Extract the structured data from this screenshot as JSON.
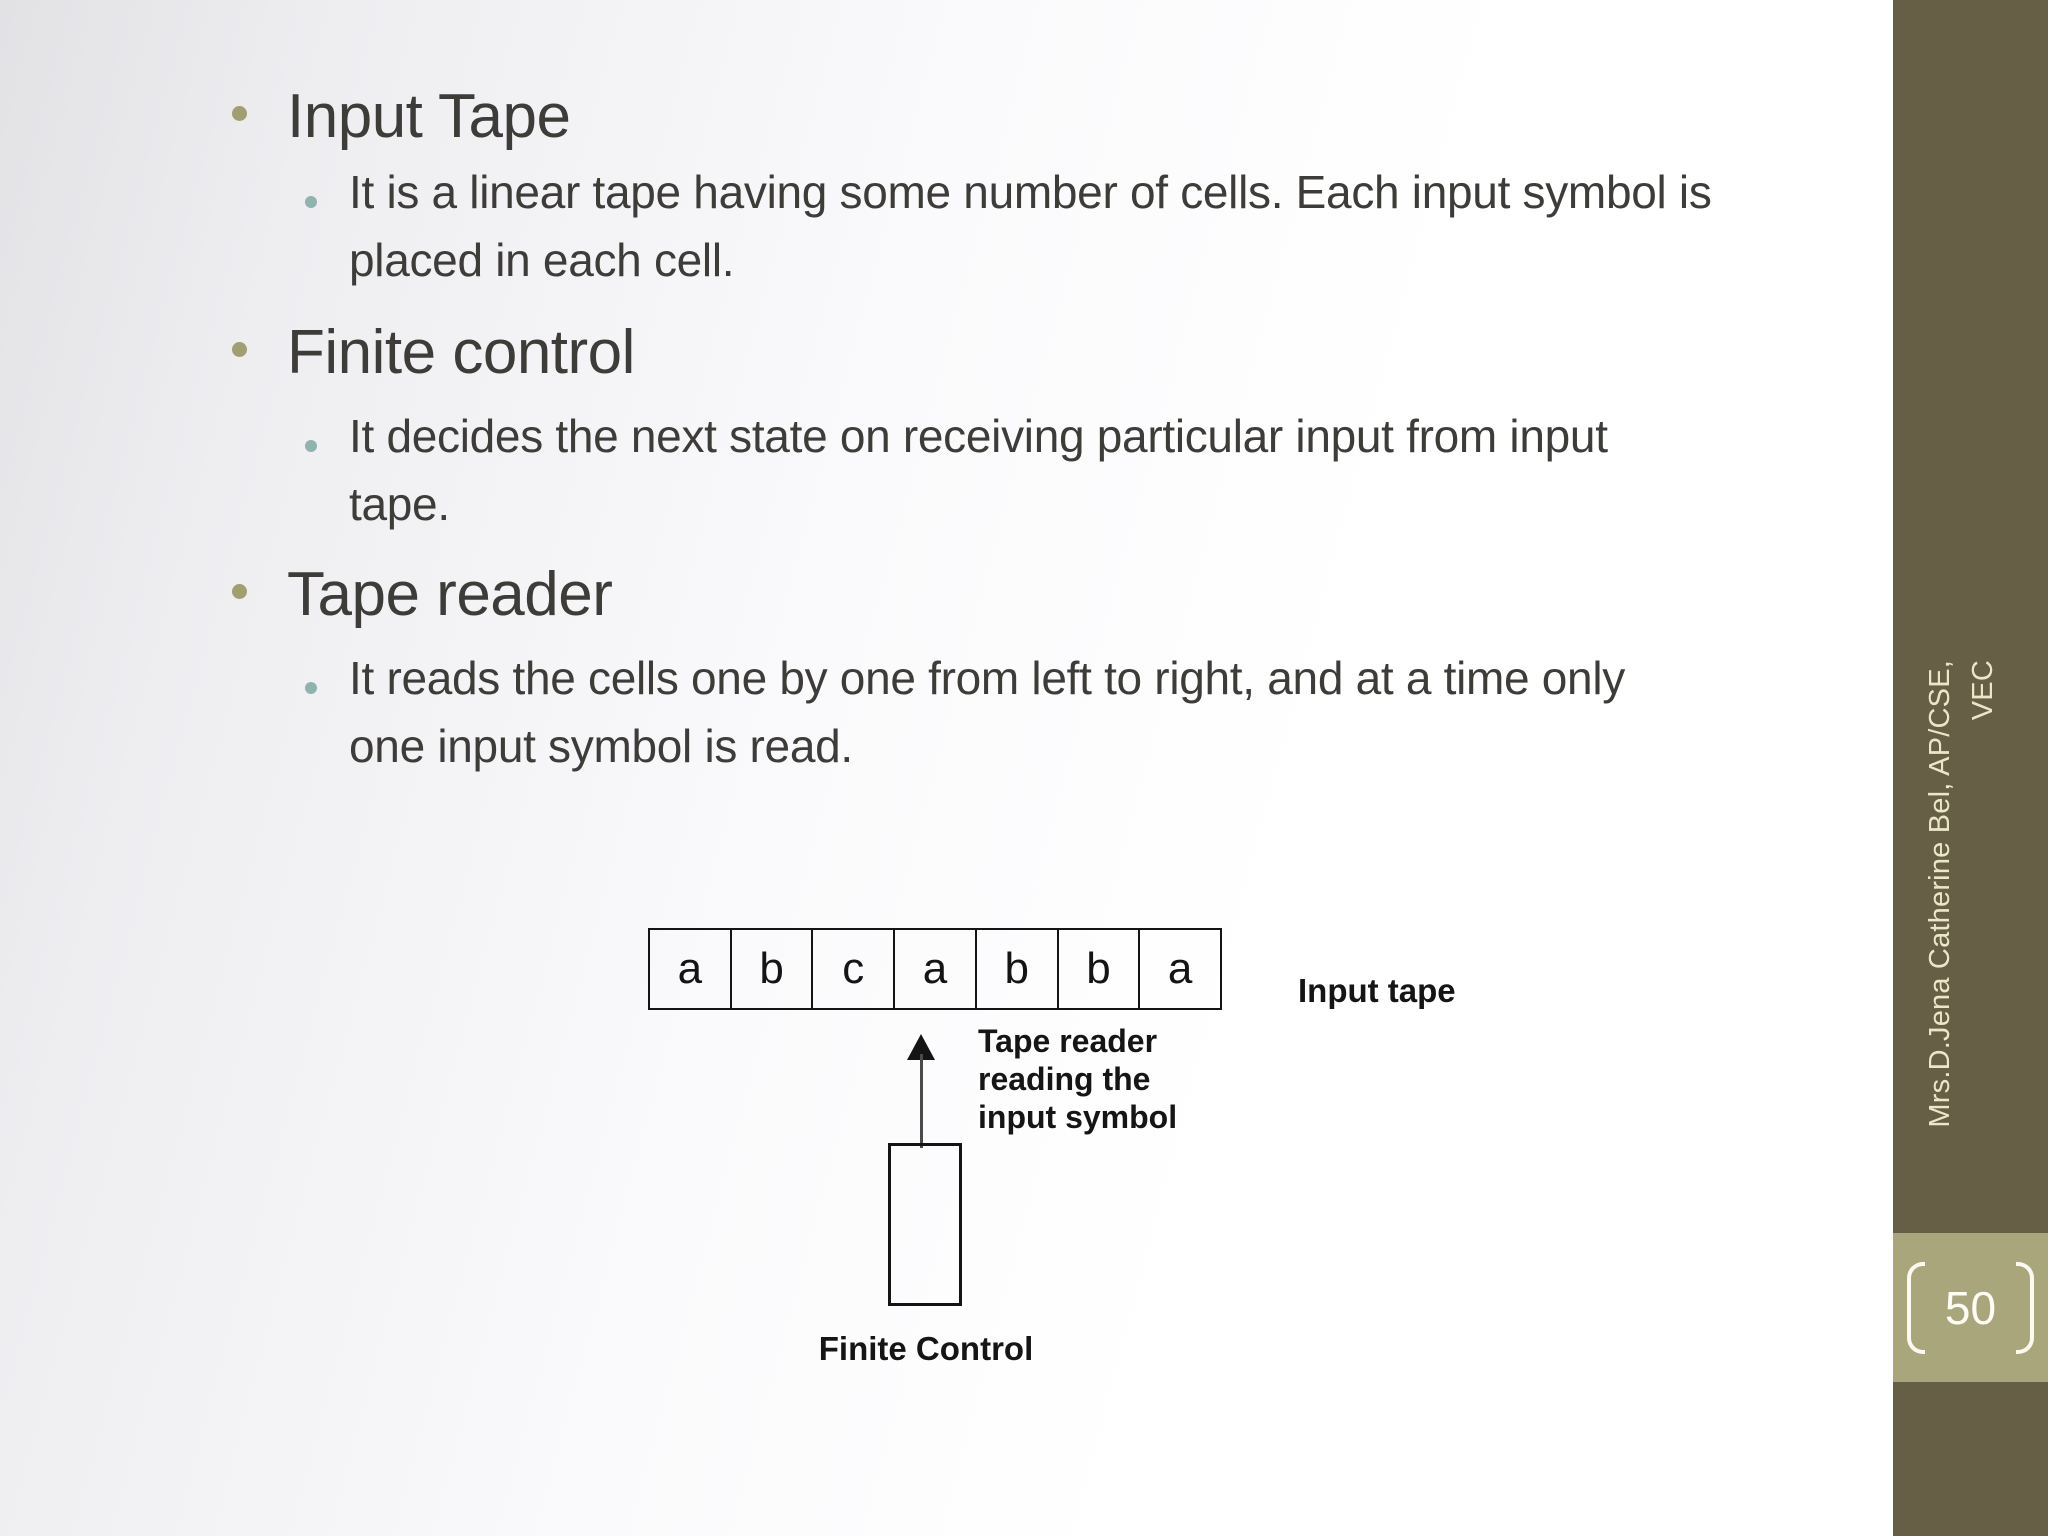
{
  "slide": {
    "bullets": [
      {
        "title": "Input Tape",
        "detail": "It is a linear tape having some number of cells. Each input symbol is\nplaced in each cell."
      },
      {
        "title": "Finite control",
        "detail": "It decides the next state on receiving particular input from input\ntape."
      },
      {
        "title": "Tape reader",
        "detail": "It reads the cells one by one from left to right, and at a time only\none input symbol is read."
      }
    ],
    "diagram": {
      "tape_cells": [
        "a",
        "b",
        "c",
        "a",
        "b",
        "b",
        "a"
      ],
      "input_tape_label": "Input tape",
      "tape_reader_label": "Tape reader\nreading the\ninput symbol",
      "finite_control_label": "Finite Control"
    },
    "sidebar": {
      "author_line1": "Mrs.D.Jena Catherine Bel, AP/CSE,",
      "author_line2": "VEC",
      "page_number": "50"
    },
    "colors": {
      "sidebar_bg": "#675e46",
      "badge_bg": "#a9a67c",
      "bullet_level1": "#a19e71",
      "bullet_level2": "#8fb3ae",
      "body_text": "#3e3c39"
    }
  }
}
